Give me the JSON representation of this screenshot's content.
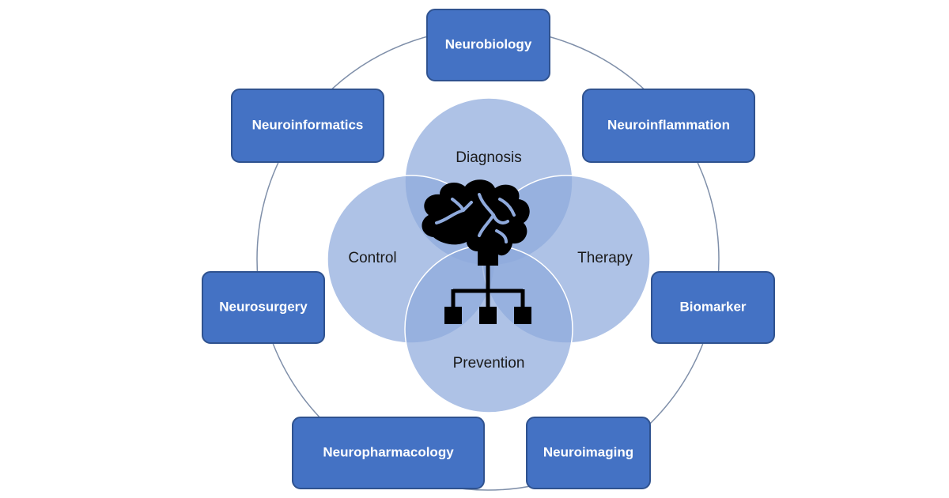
{
  "ring_nodes": [
    {
      "id": "neurobiology",
      "label": "Neurobiology"
    },
    {
      "id": "neuroinflammation",
      "label": "Neuroinflammation"
    },
    {
      "id": "biomarker",
      "label": "Biomarker"
    },
    {
      "id": "neuroimaging",
      "label": "Neuroimaging"
    },
    {
      "id": "neuropharmacology",
      "label": "Neuropharmacology"
    },
    {
      "id": "neurosurgery",
      "label": "Neurosurgery"
    },
    {
      "id": "neuroinformatics",
      "label": "Neuroinformatics"
    }
  ],
  "venn": {
    "top": "Diagnosis",
    "right": "Therapy",
    "bottom": "Prevention",
    "left": "Control"
  },
  "center_icon": "brain-network-icon",
  "colors": {
    "box_fill": "#4472c4",
    "venn_fill": "#8faadc",
    "ring_stroke": "#7f8fa9"
  }
}
